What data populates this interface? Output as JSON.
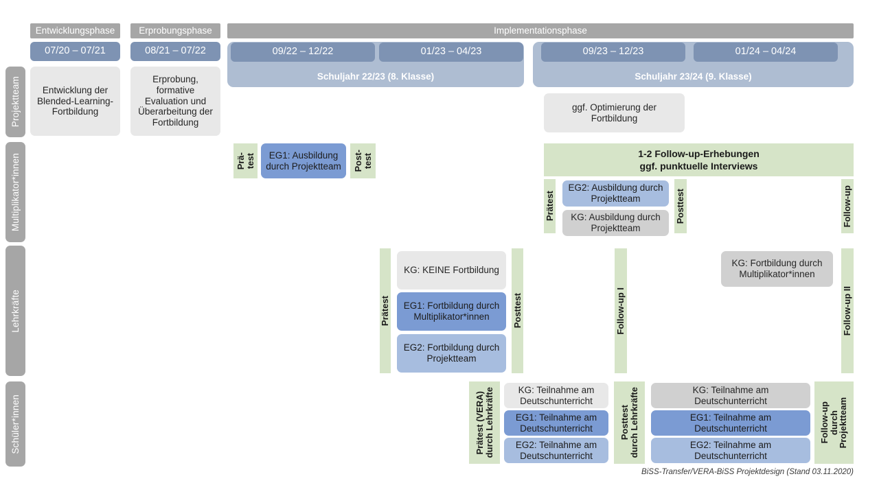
{
  "phases": [
    {
      "id": "entwicklung",
      "label": "Entwicklungsphase",
      "period": "07/20 – 07/21"
    },
    {
      "id": "erprobung",
      "label": "Erprobungsphase",
      "period": "08/21 – 07/22"
    },
    {
      "id": "implementation",
      "label": "Implementationsphase"
    }
  ],
  "schoolyears": [
    {
      "id": "sj2223",
      "label": "Schuljahr 22/23 (8. Klasse)",
      "periods": [
        "09/22 – 12/22",
        "01/23 – 04/23"
      ]
    },
    {
      "id": "sj2324",
      "label": "Schuljahr 23/24 (9. Klasse)",
      "periods": [
        "09/23 – 12/23",
        "01/24 – 04/24"
      ]
    }
  ],
  "rows": [
    {
      "id": "projektteam",
      "label": "Projektteam"
    },
    {
      "id": "multiplikatorinnen",
      "label": "Multiplikator*innen"
    },
    {
      "id": "lehrkraefte",
      "label": "Lehrkräfte"
    },
    {
      "id": "schuelerinnen",
      "label": "Schüler*innen"
    }
  ],
  "projektteam": {
    "entwicklung": "Entwicklung der Blended-Learning-Fortbildung",
    "erprobung": "Erprobung, formative Evaluation und Überarbeitung der Fortbildung",
    "optimierung": "ggf. Optimierung der Fortbildung"
  },
  "multiplikatoren": {
    "praetest_line1": "Prä-",
    "praetest_line2": "test",
    "posttest_line1": "Post-",
    "posttest_line2": "test",
    "eg1": "EG1: Ausbildung durch Projektteam",
    "praetest2": "Prätest",
    "posttest2": "Posttest",
    "followup": "Follow-up",
    "eg2": "EG2: Ausbildung durch Projektteam",
    "kg": "KG: Ausbildung durch Projektteam",
    "banner_line1": "1-2 Follow-up-Erhebungen",
    "banner_line2": "ggf. punktuelle Interviews"
  },
  "lehrkraefte": {
    "praetest": "Prätest",
    "posttest": "Posttest",
    "followup1": "Follow-up I",
    "followup2": "Follow-up II",
    "kg_keine": "KG:  KEINE Fortbildung",
    "eg1": "EG1: Fortbildung durch Multiplikator*innen",
    "eg2": "EG2: Fortbildung durch Projektteam",
    "kg_fortbildung": "KG: Fortbildung durch Multiplikator*innen"
  },
  "schueler": {
    "praetest_main": "Prätest (VERA)",
    "praetest_sub": "durch Lehrkräfte",
    "posttest_main": "Posttest",
    "posttest_sub": "durch Lehrkräfte",
    "followup_main": "Follow-up",
    "followup_sub1": "durch",
    "followup_sub2": "Projektteam",
    "kg": "KG: Teilnahme am Deutschunterricht",
    "eg1": "EG1: Teilnahme am Deutschunterricht",
    "eg2": "EG2: Teilnahme am Deutschunterricht"
  },
  "footer": "BiSS-Transfer/VERA-BiSS Projektdesign (Stand 03.11.2020)",
  "colors": {
    "grey_header": "#a6a6a6",
    "date_chip": "#7e93b3",
    "schoolyear": "#aebdd2",
    "green": "#d6e4c8",
    "blue_dark": "#7b9bd3",
    "blue_mid": "#a7bddf",
    "grey_box": "#e8e8e8",
    "grey_box_dark": "#d0d0d0"
  }
}
